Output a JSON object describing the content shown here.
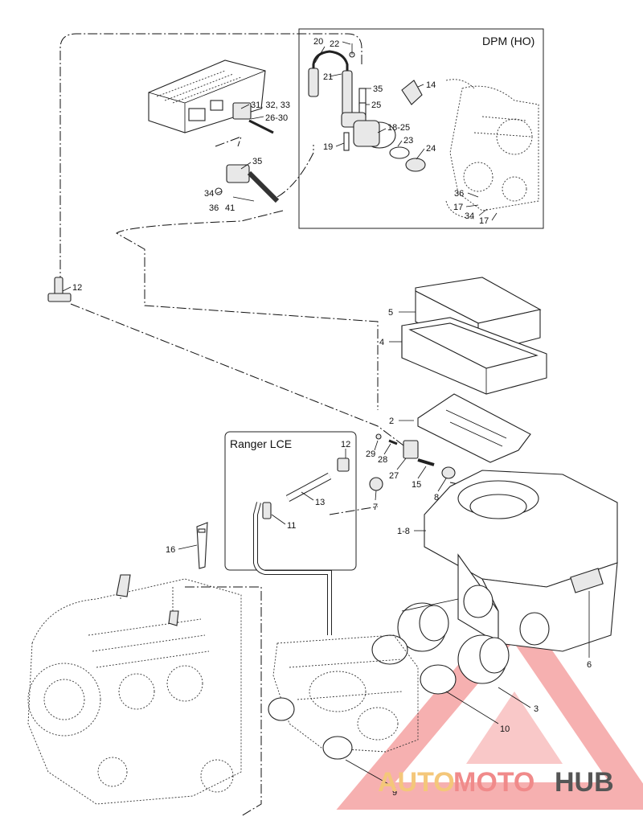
{
  "diagram": {
    "section_titles": {
      "dpm": "DPM (HO)",
      "ranger": "Ranger LCE"
    },
    "callouts": {
      "c20": "20",
      "c22": "22",
      "c21": "21",
      "c35a": "35",
      "c14": "14",
      "c25": "25",
      "c31_33": "31, 32, 33",
      "c26_30": "26-30",
      "c18_25": "18-25",
      "c23": "23",
      "c19": "19",
      "c24": "24",
      "c35b": "35",
      "c34a": "34",
      "c36a": "36",
      "c41": "41",
      "c36b": "36",
      "c17a": "17",
      "c34b": "34",
      "c17b": "17",
      "c12a": "12",
      "c5": "5",
      "c4": "4",
      "c2": "2",
      "c12b": "12",
      "c29": "29",
      "c28": "28",
      "c27": "27",
      "c15": "15",
      "c8": "8",
      "c7": "7",
      "c13": "13",
      "c11": "11",
      "c1_8": "1-8",
      "c16": "16",
      "c6": "6",
      "c3": "3",
      "c10": "10",
      "c9": "9"
    }
  },
  "watermark": {
    "text_auto": "AUTO",
    "text_moto": "MOTO",
    "text_hub": "HUB",
    "colors": {
      "auto": "#f4c77a",
      "moto": "#f08a8a",
      "hub": "#555555",
      "triangle": "#f07070"
    }
  }
}
